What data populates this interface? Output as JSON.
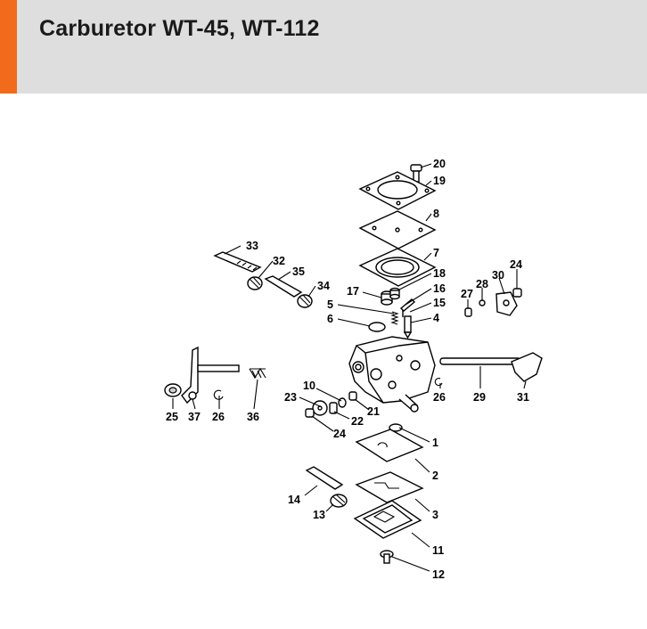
{
  "header": {
    "title": "Carburetor WT-45, WT-112",
    "accent_color": "#f26a1b",
    "background_color": "#dedede"
  },
  "callouts": [
    "20",
    "19",
    "8",
    "7",
    "18",
    "16",
    "15",
    "4",
    "17",
    "5",
    "6",
    "33",
    "32",
    "35",
    "34",
    "24",
    "30",
    "28",
    "27",
    "10",
    "23",
    "21",
    "22",
    "24",
    "25",
    "37",
    "26",
    "36",
    "26",
    "29",
    "31",
    "1",
    "2",
    "3",
    "14",
    "13",
    "11",
    "12"
  ]
}
